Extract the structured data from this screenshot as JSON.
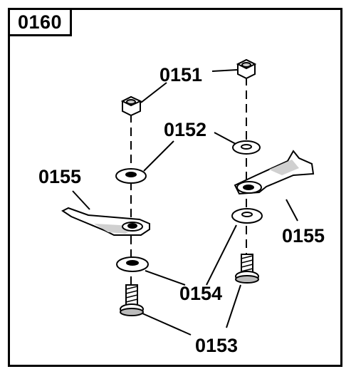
{
  "diagram_id": "0160",
  "parts": {
    "nut": "0151",
    "washer": "0152",
    "bolt": "0153",
    "spacer_washer": "0154",
    "blade": "0155"
  },
  "labels": {
    "nut_label": "0151",
    "washer_label": "0152",
    "blade_label_left": "0155",
    "blade_label_right": "0155",
    "spacer_label": "0154",
    "bolt_label": "0153"
  }
}
